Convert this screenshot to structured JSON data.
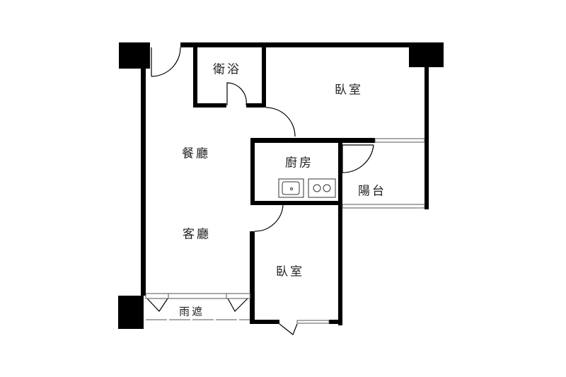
{
  "rooms": {
    "bathroom": "衛浴",
    "bedroom_main": "臥室",
    "dining": "餐廳",
    "kitchen": "廚房",
    "balcony": "陽台",
    "living": "客廳",
    "bedroom_second": "臥室",
    "rain_shelter": "雨遮"
  },
  "colors": {
    "wall": "#000000",
    "window": "#555555"
  }
}
